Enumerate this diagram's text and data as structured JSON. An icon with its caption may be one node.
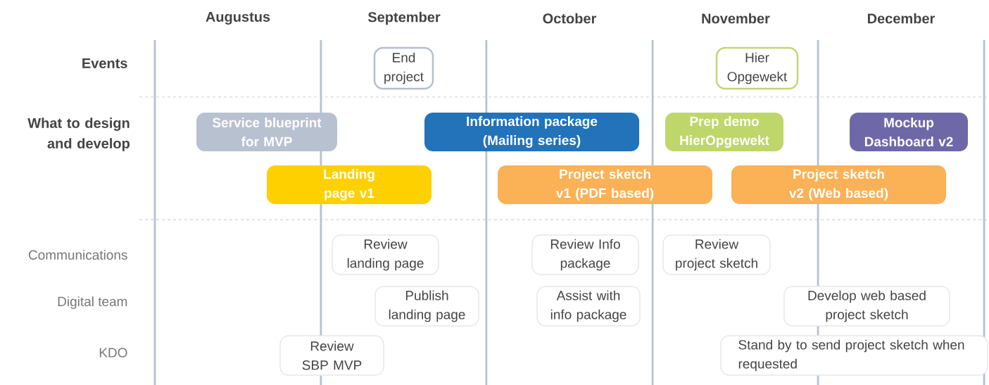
{
  "diagram": {
    "nodes": [
      {
        "text": [
          "End project"
        ]
      },
      {
        "text": [
          "Hier Opgewekt"
        ]
      },
      {
        "text": [
          "Service blueprint for MVP"
        ]
      },
      {
        "text": [
          "Information package (Mailing series)"
        ]
      },
      {
        "text": [
          "Prep demo HierOpgewekt"
        ]
      },
      {
        "text": [
          "Mockup Dashboard v2"
        ]
      },
      {
        "text": [
          "Landing page v1"
        ]
      },
      {
        "text": [
          "Project sketch v1 (PDF based)"
        ]
      },
      {
        "text": [
          "Project sketch v2 (Web based)"
        ]
      },
      {
        "text": [
          "Review landing page"
        ]
      },
      {
        "text": [
          "Review Info package"
        ]
      },
      {
        "text": [
          "Review project sketch"
        ]
      },
      {
        "text": [
          "Publish landing page"
        ]
      },
      {
        "text": [
          "Assist with info package"
        ]
      },
      {
        "text": [
          "Develop web based project sketch"
        ]
      },
      {
        "text": [
          "Review SBP MVP"
        ]
      },
      {
        "text": [
          "Stand by to send project sketch when requested"
        ]
      }
    ],
    "labels": [
      "Augustus",
      "September",
      "October",
      "November",
      "December",
      "Events",
      "What to design and develop",
      "Communications",
      "Digital team",
      "KDO"
    ]
  }
}
